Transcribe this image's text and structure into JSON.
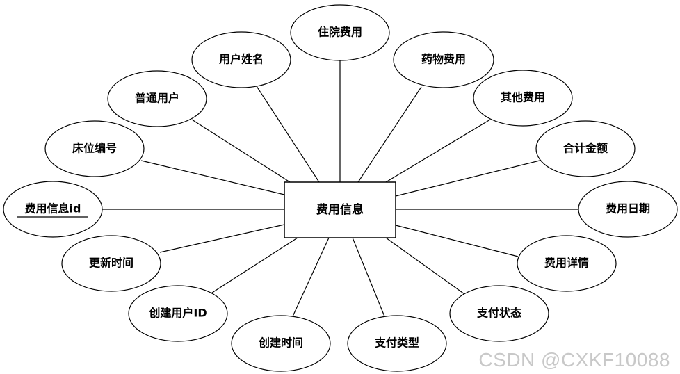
{
  "entity": {
    "label": "费用信息"
  },
  "attributes": [
    {
      "id": "zhuyuan",
      "label": "住院费用"
    },
    {
      "id": "yaowu",
      "label": "药物费用"
    },
    {
      "id": "qita",
      "label": "其他费用"
    },
    {
      "id": "heji",
      "label": "合计金额"
    },
    {
      "id": "riqi",
      "label": "费用日期"
    },
    {
      "id": "xiangqing",
      "label": "费用详情"
    },
    {
      "id": "zhifuzhuangtai",
      "label": "支付状态"
    },
    {
      "id": "zhifuleixing",
      "label": "支付类型"
    },
    {
      "id": "chuangjianshijian",
      "label": "创建时间"
    },
    {
      "id": "chuangjianyonghu",
      "label": "创建用户ID"
    },
    {
      "id": "gengxin",
      "label": "更新时间"
    },
    {
      "id": "feiyongid",
      "label": "费用信息id",
      "primary_key": true
    },
    {
      "id": "chuangwei",
      "label": "床位编号"
    },
    {
      "id": "putong",
      "label": "普通用户"
    },
    {
      "id": "xingming",
      "label": "用户姓名"
    }
  ],
  "watermark": "CSDN @CXKF10088"
}
